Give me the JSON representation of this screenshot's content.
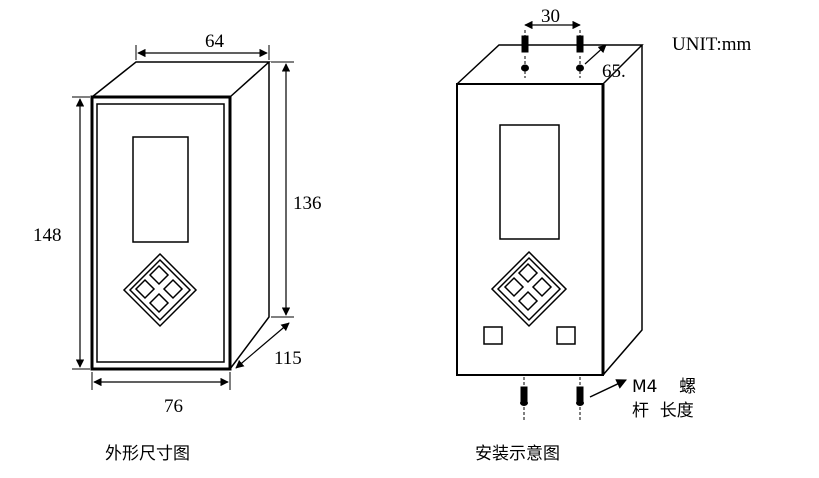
{
  "left_view": {
    "dim_width_top": "64",
    "dim_height_total": "148",
    "dim_height_side": "136",
    "dim_depth": "115",
    "dim_width_bottom": "76",
    "caption": "外形尺寸图"
  },
  "right_view": {
    "dim_hole_spacing": "30",
    "dim_hole_depth": "65.",
    "unit": "UNIT:mm",
    "screw_label_line1": "M4    螺",
    "screw_label_line2": "杆  长度",
    "caption": "安装示意图"
  }
}
